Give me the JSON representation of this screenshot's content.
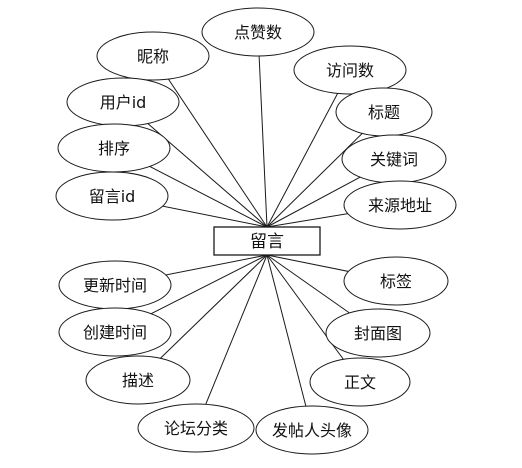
{
  "diagram": {
    "entity": {
      "label": "留言"
    },
    "attributes": [
      {
        "id": "dianzanshu",
        "label": "点赞数"
      },
      {
        "id": "nicheng",
        "label": "昵称"
      },
      {
        "id": "fangwenshu",
        "label": "访问数"
      },
      {
        "id": "yonghu-id",
        "label": "用户id"
      },
      {
        "id": "biaoti",
        "label": "标题"
      },
      {
        "id": "paixu",
        "label": "排序"
      },
      {
        "id": "guanjianci",
        "label": "关键词"
      },
      {
        "id": "liuyan-id",
        "label": "留言id"
      },
      {
        "id": "laiyuan-dizhi",
        "label": "来源地址"
      },
      {
        "id": "gengxin-shijian",
        "label": "更新时间"
      },
      {
        "id": "biaoqian",
        "label": "标签"
      },
      {
        "id": "chuangjian-shijian",
        "label": "创建时间"
      },
      {
        "id": "fengmiantu",
        "label": "封面图"
      },
      {
        "id": "miaoshu",
        "label": "描述"
      },
      {
        "id": "zhengwen",
        "label": "正文"
      },
      {
        "id": "luntan-fenlei",
        "label": "论坛分类"
      },
      {
        "id": "fatie-ren-touxiang",
        "label": "发帖人头像"
      }
    ]
  }
}
